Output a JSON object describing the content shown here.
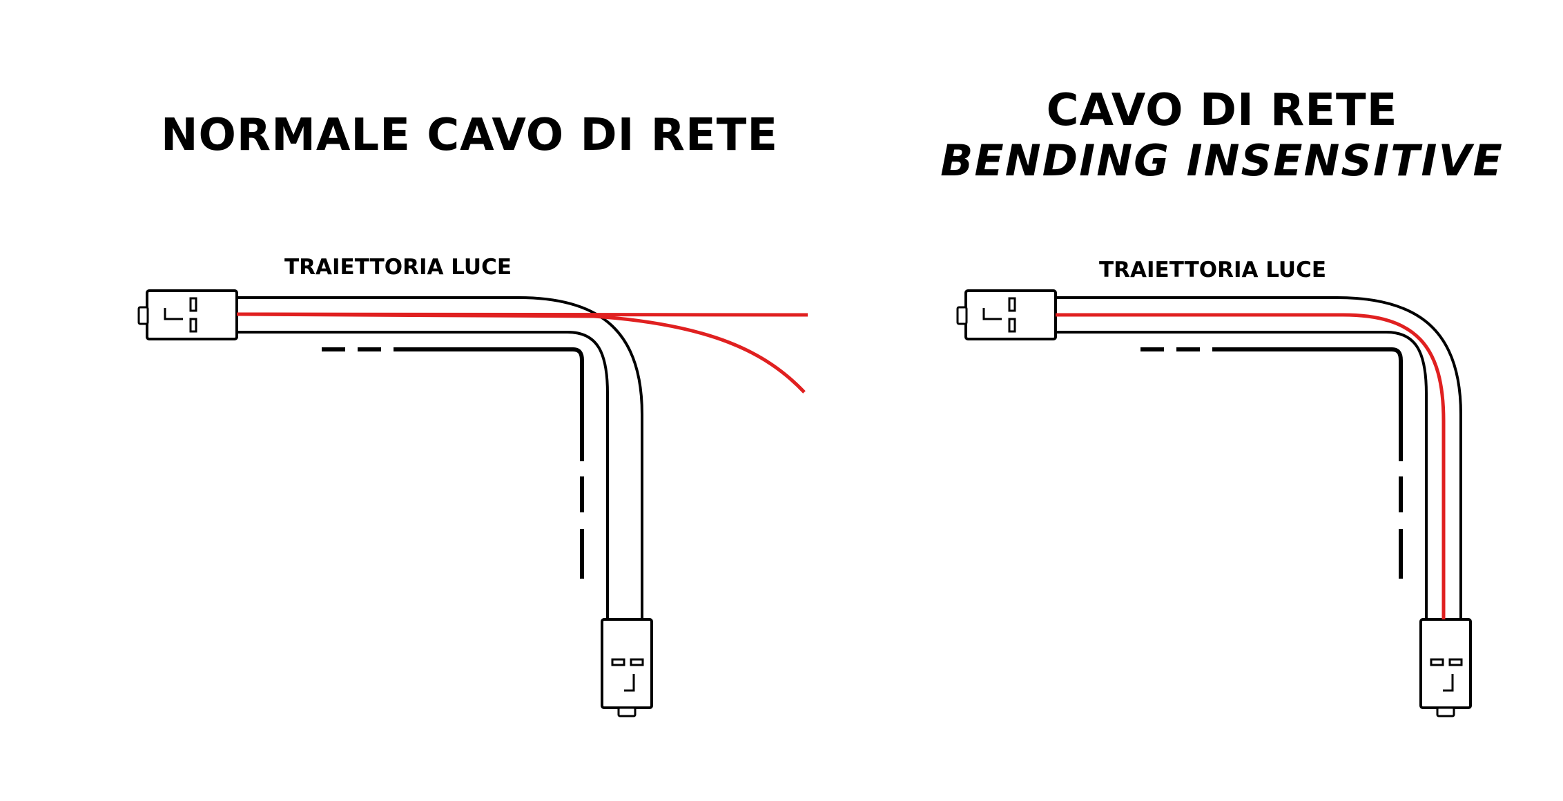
{
  "left_panel": {
    "title": "NORMALE CAVO DI RETE",
    "path_label": "TRAIETTORIA LUCE"
  },
  "right_panel": {
    "title_line1": "CAVO DI RETE",
    "title_line2": "BENDING INSENSITIVE",
    "path_label": "TRAIETTORIA LUCE"
  },
  "colors": {
    "cable_outline": "#000000",
    "light_path": "#e02020",
    "background": "#ffffff"
  }
}
